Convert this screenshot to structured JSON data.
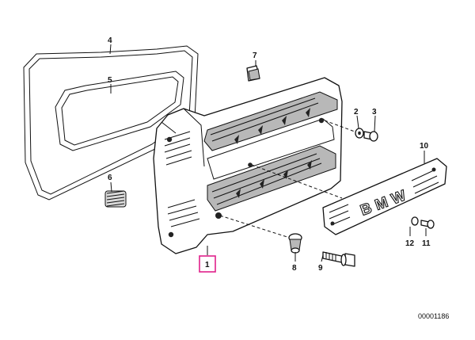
{
  "diagram": {
    "drawing_number": "00001186",
    "highlight_color": "#e0218a",
    "logo_letters": "BMW",
    "parts": [
      {
        "id": "p1",
        "label": "1",
        "name": "cylinder-head-cover",
        "highlighted": true
      },
      {
        "id": "p2",
        "label": "2",
        "name": "washer"
      },
      {
        "id": "p3",
        "label": "3",
        "name": "screw"
      },
      {
        "id": "p4",
        "label": "4",
        "name": "outer-gasket"
      },
      {
        "id": "p5",
        "label": "5",
        "name": "inner-gasket"
      },
      {
        "id": "p6",
        "label": "6",
        "name": "spring"
      },
      {
        "id": "p7",
        "label": "7",
        "name": "cap"
      },
      {
        "id": "p8",
        "label": "8",
        "name": "rubber-bushing"
      },
      {
        "id": "p9",
        "label": "9",
        "name": "bolt"
      },
      {
        "id": "p10",
        "label": "10",
        "name": "emblem-cover-plate"
      },
      {
        "id": "p11",
        "label": "11",
        "name": "cover-screw"
      },
      {
        "id": "p12",
        "label": "12",
        "name": "cover-washer"
      }
    ]
  }
}
